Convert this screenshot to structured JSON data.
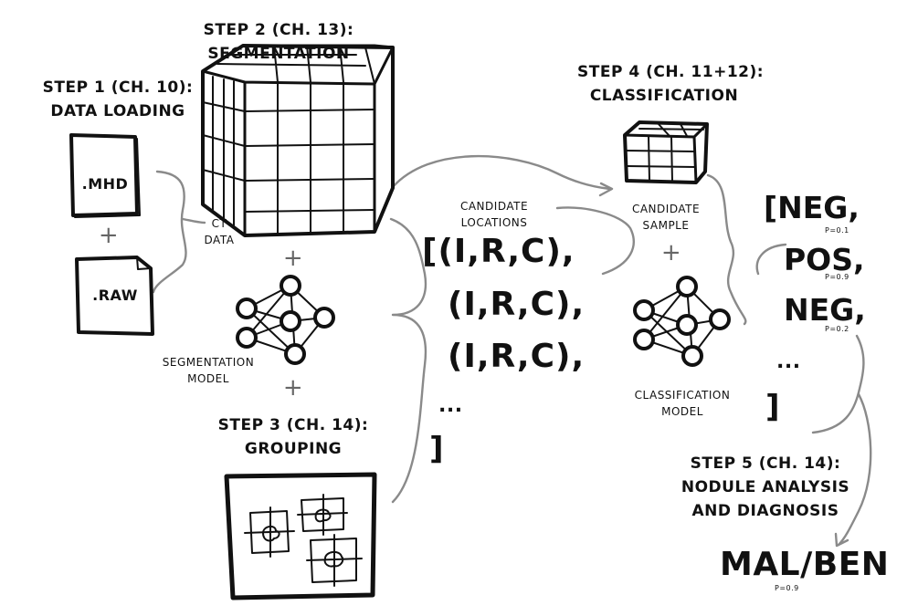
{
  "step1": {
    "line1": "STEP 1 (CH. 10):",
    "line2": "DATA LOADING",
    "file1": ".MHD",
    "plus": "+",
    "file2": ".RAW"
  },
  "ct": {
    "line1": "CT",
    "line2": "DATA"
  },
  "step2": {
    "line1": "STEP 2 (CH. 13):",
    "line2": "SEGMENTATION"
  },
  "segmodel": {
    "line1": "SEGMENTATION",
    "line2": "MODEL"
  },
  "step3": {
    "line1": "STEP 3 (CH. 14):",
    "line2": "GROUPING"
  },
  "candidates": {
    "line1": "CANDIDATE",
    "line2": "LOCATIONS",
    "items": [
      "[(I,R,C),",
      "(I,R,C),",
      "(I,R,C),"
    ],
    "ellipsis": "...",
    "close": "]"
  },
  "step4": {
    "line1": "STEP 4 (CH. 11+12):",
    "line2": "CLASSIFICATION"
  },
  "sample": {
    "line1": "CANDIDATE",
    "line2": "SAMPLE"
  },
  "clsmodel": {
    "line1": "CLASSIFICATION",
    "line2": "MODEL"
  },
  "predictions": {
    "items": [
      {
        "label": "[NEG,",
        "p": "P=0.1"
      },
      {
        "label": "POS,",
        "p": "P=0.9"
      },
      {
        "label": "NEG,",
        "p": "P=0.2"
      }
    ],
    "ellipsis": "...",
    "close": "]"
  },
  "step5": {
    "line1": "STEP 5 (CH. 14):",
    "line2": "NODULE ANALYSIS",
    "line3": "AND DIAGNOSIS"
  },
  "result": {
    "label": "MAL/BEN",
    "p": "P=0.9"
  }
}
